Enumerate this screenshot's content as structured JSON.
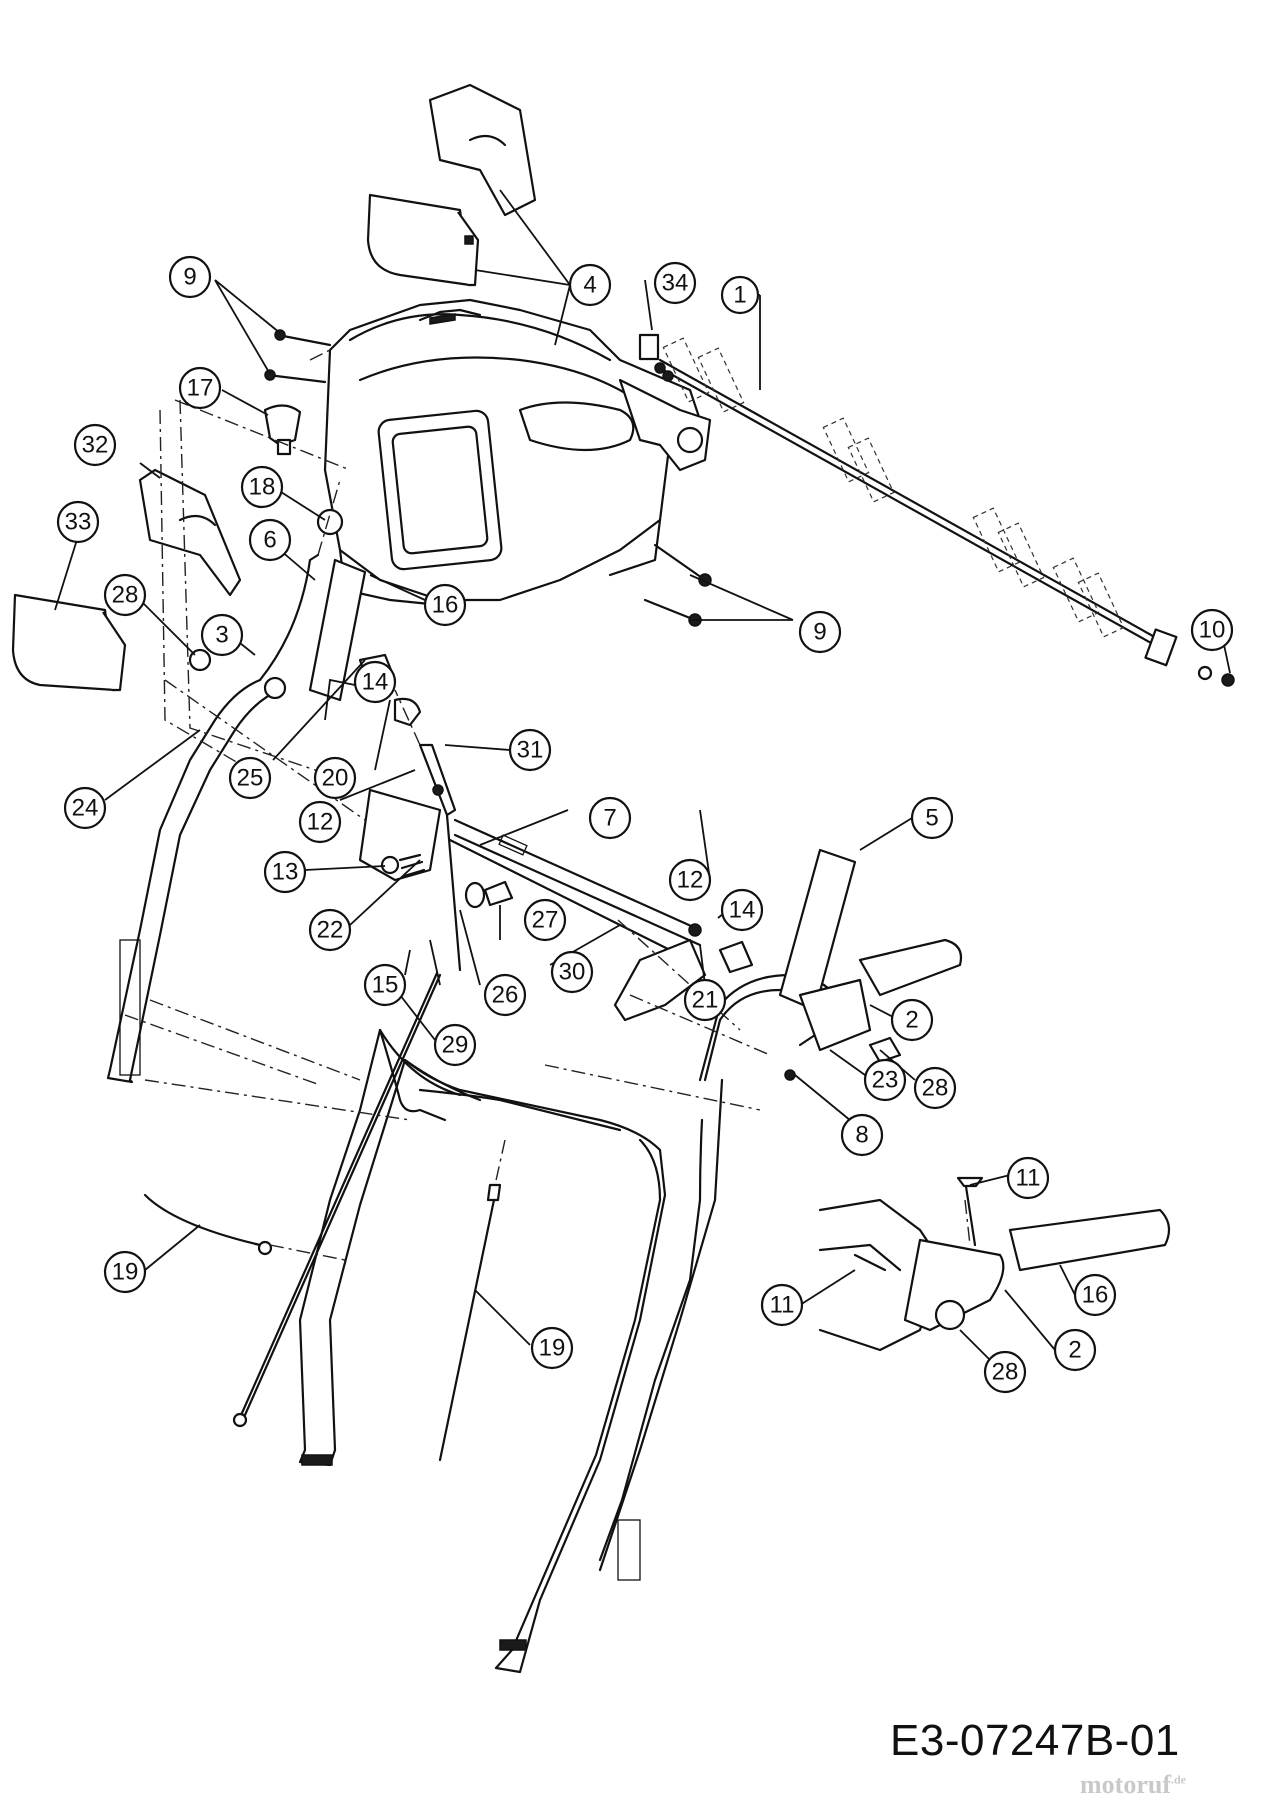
{
  "diagram": {
    "code": "E3-07247B-01",
    "watermark": "motoruf",
    "watermark_suffix": ".de",
    "callouts": [
      {
        "id": "c1",
        "label": "1"
      },
      {
        "id": "c2a",
        "label": "2"
      },
      {
        "id": "c2b",
        "label": "2"
      },
      {
        "id": "c3",
        "label": "3"
      },
      {
        "id": "c4",
        "label": "4"
      },
      {
        "id": "c5",
        "label": "5"
      },
      {
        "id": "c6",
        "label": "6"
      },
      {
        "id": "c7",
        "label": "7"
      },
      {
        "id": "c8",
        "label": "8"
      },
      {
        "id": "c9a",
        "label": "9"
      },
      {
        "id": "c9b",
        "label": "9"
      },
      {
        "id": "c10",
        "label": "10"
      },
      {
        "id": "c11a",
        "label": "11"
      },
      {
        "id": "c11b",
        "label": "11"
      },
      {
        "id": "c12a",
        "label": "12"
      },
      {
        "id": "c12b",
        "label": "12"
      },
      {
        "id": "c13",
        "label": "13"
      },
      {
        "id": "c14a",
        "label": "14"
      },
      {
        "id": "c14b",
        "label": "14"
      },
      {
        "id": "c15",
        "label": "15"
      },
      {
        "id": "c16a",
        "label": "16"
      },
      {
        "id": "c16b",
        "label": "16"
      },
      {
        "id": "c17",
        "label": "17"
      },
      {
        "id": "c18",
        "label": "18"
      },
      {
        "id": "c19a",
        "label": "19"
      },
      {
        "id": "c19b",
        "label": "19"
      },
      {
        "id": "c20",
        "label": "20"
      },
      {
        "id": "c21",
        "label": "21"
      },
      {
        "id": "c22",
        "label": "22"
      },
      {
        "id": "c23",
        "label": "23"
      },
      {
        "id": "c24",
        "label": "24"
      },
      {
        "id": "c25",
        "label": "25"
      },
      {
        "id": "c26",
        "label": "26"
      },
      {
        "id": "c27",
        "label": "27"
      },
      {
        "id": "c28a",
        "label": "28"
      },
      {
        "id": "c28b",
        "label": "28"
      },
      {
        "id": "c28c",
        "label": "28"
      },
      {
        "id": "c29",
        "label": "29"
      },
      {
        "id": "c30",
        "label": "30"
      },
      {
        "id": "c31",
        "label": "31"
      },
      {
        "id": "c32",
        "label": "32"
      },
      {
        "id": "c33",
        "label": "33"
      },
      {
        "id": "c34",
        "label": "34"
      }
    ]
  }
}
